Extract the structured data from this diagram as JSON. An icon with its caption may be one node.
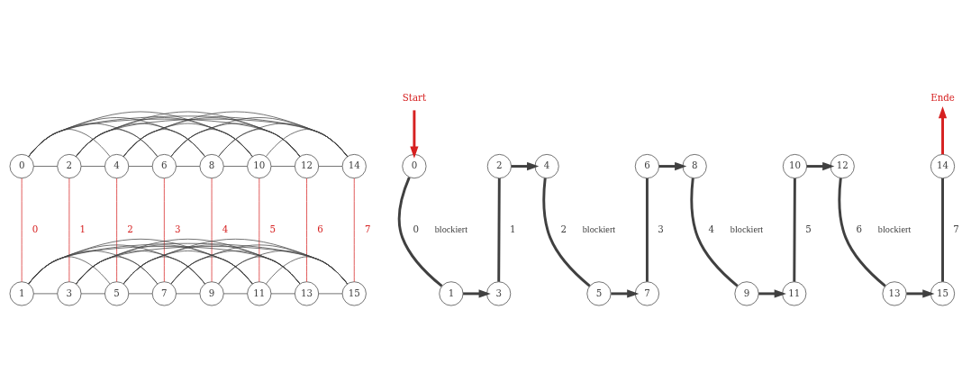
{
  "diagram": {
    "nodes": [
      {
        "text": [
          "0"
        ]
      },
      {
        "text": [
          "2"
        ]
      },
      {
        "text": [
          "4"
        ]
      },
      {
        "text": [
          "6"
        ]
      },
      {
        "text": [
          "8"
        ]
      },
      {
        "text": [
          "10"
        ]
      },
      {
        "text": [
          "12"
        ]
      },
      {
        "text": [
          "14"
        ]
      },
      {
        "text": [
          "1"
        ]
      },
      {
        "text": [
          "3"
        ]
      },
      {
        "text": [
          "5"
        ]
      },
      {
        "text": [
          "7"
        ]
      },
      {
        "text": [
          "9"
        ]
      },
      {
        "text": [
          "11"
        ]
      },
      {
        "text": [
          "13"
        ]
      },
      {
        "text": [
          "15"
        ]
      },
      {
        "text": [
          "Start"
        ]
      },
      {
        "text": [
          "Ende"
        ]
      },
      {
        "text": [
          "0"
        ]
      },
      {
        "text": [
          "2"
        ]
      },
      {
        "text": [
          "4"
        ]
      },
      {
        "text": [
          "6"
        ]
      },
      {
        "text": [
          "8"
        ]
      },
      {
        "text": [
          "10"
        ]
      },
      {
        "text": [
          "12"
        ]
      },
      {
        "text": [
          "14"
        ]
      },
      {
        "text": [
          "1"
        ]
      },
      {
        "text": [
          "3"
        ]
      },
      {
        "text": [
          "5"
        ]
      },
      {
        "text": [
          "7"
        ]
      },
      {
        "text": [
          "9"
        ]
      },
      {
        "text": [
          "11"
        ]
      },
      {
        "text": [
          "13"
        ]
      },
      {
        "text": [
          "15"
        ]
      }
    ],
    "edges": [
      {
        "from": 0,
        "to": 1,
        "arrow": "none"
      },
      {
        "from": 1,
        "to": 2,
        "arrow": "none"
      },
      {
        "from": 2,
        "to": 3,
        "arrow": "none"
      },
      {
        "from": 3,
        "to": 4,
        "arrow": "none"
      },
      {
        "from": 4,
        "to": 5,
        "arrow": "none"
      },
      {
        "from": 5,
        "to": 6,
        "arrow": "none"
      },
      {
        "from": 6,
        "to": 7,
        "arrow": "none"
      },
      {
        "from": 0,
        "to": 2,
        "arrow": "none"
      },
      {
        "from": 0,
        "to": 3,
        "arrow": "none"
      },
      {
        "from": 0,
        "to": 4,
        "arrow": "none"
      },
      {
        "from": 0,
        "to": 5,
        "arrow": "none"
      },
      {
        "from": 0,
        "to": 6,
        "arrow": "none"
      },
      {
        "from": 0,
        "to": 7,
        "arrow": "none"
      },
      {
        "from": 1,
        "to": 3,
        "arrow": "none"
      },
      {
        "from": 1,
        "to": 4,
        "arrow": "none"
      },
      {
        "from": 1,
        "to": 5,
        "arrow": "none"
      },
      {
        "from": 1,
        "to": 6,
        "arrow": "none"
      },
      {
        "from": 1,
        "to": 7,
        "arrow": "none"
      },
      {
        "from": 2,
        "to": 4,
        "arrow": "none"
      },
      {
        "from": 2,
        "to": 5,
        "arrow": "none"
      },
      {
        "from": 2,
        "to": 6,
        "arrow": "none"
      },
      {
        "from": 2,
        "to": 7,
        "arrow": "none"
      },
      {
        "from": 3,
        "to": 5,
        "arrow": "none"
      },
      {
        "from": 3,
        "to": 6,
        "arrow": "none"
      },
      {
        "from": 3,
        "to": 7,
        "arrow": "none"
      },
      {
        "from": 4,
        "to": 6,
        "arrow": "none"
      },
      {
        "from": 4,
        "to": 7,
        "arrow": "none"
      },
      {
        "from": 5,
        "to": 7,
        "arrow": "none"
      },
      {
        "from": 8,
        "to": 9,
        "arrow": "none"
      },
      {
        "from": 9,
        "to": 10,
        "arrow": "none"
      },
      {
        "from": 10,
        "to": 11,
        "arrow": "none"
      },
      {
        "from": 11,
        "to": 12,
        "arrow": "none"
      },
      {
        "from": 12,
        "to": 13,
        "arrow": "none"
      },
      {
        "from": 13,
        "to": 14,
        "arrow": "none"
      },
      {
        "from": 14,
        "to": 15,
        "arrow": "none"
      },
      {
        "from": 8,
        "to": 10,
        "arrow": "none"
      },
      {
        "from": 8,
        "to": 11,
        "arrow": "none"
      },
      {
        "from": 8,
        "to": 12,
        "arrow": "none"
      },
      {
        "from": 8,
        "to": 13,
        "arrow": "none"
      },
      {
        "from": 8,
        "to": 14,
        "arrow": "none"
      },
      {
        "from": 8,
        "to": 15,
        "arrow": "none"
      },
      {
        "from": 9,
        "to": 11,
        "arrow": "none"
      },
      {
        "from": 9,
        "to": 12,
        "arrow": "none"
      },
      {
        "from": 9,
        "to": 13,
        "arrow": "none"
      },
      {
        "from": 9,
        "to": 14,
        "arrow": "none"
      },
      {
        "from": 9,
        "to": 15,
        "arrow": "none"
      },
      {
        "from": 10,
        "to": 12,
        "arrow": "none"
      },
      {
        "from": 10,
        "to": 13,
        "arrow": "none"
      },
      {
        "from": 10,
        "to": 14,
        "arrow": "none"
      },
      {
        "from": 10,
        "to": 15,
        "arrow": "none"
      },
      {
        "from": 11,
        "to": 13,
        "arrow": "none"
      },
      {
        "from": 11,
        "to": 14,
        "arrow": "none"
      },
      {
        "from": 11,
        "to": 15,
        "arrow": "none"
      },
      {
        "from": 12,
        "to": 14,
        "arrow": "none"
      },
      {
        "from": 12,
        "to": 15,
        "arrow": "none"
      },
      {
        "from": 13,
        "to": 15,
        "arrow": "none"
      },
      {
        "from": 0,
        "to": 8,
        "arrow": "none",
        "label": "0",
        "color": "#d62020"
      },
      {
        "from": 1,
        "to": 9,
        "arrow": "none",
        "label": "1",
        "color": "#d62020"
      },
      {
        "from": 2,
        "to": 10,
        "arrow": "none",
        "label": "2",
        "color": "#d62020"
      },
      {
        "from": 3,
        "to": 11,
        "arrow": "none",
        "label": "3",
        "color": "#d62020"
      },
      {
        "from": 4,
        "to": 12,
        "arrow": "none",
        "label": "4",
        "color": "#d62020"
      },
      {
        "from": 5,
        "to": 13,
        "arrow": "none",
        "label": "5",
        "color": "#d62020"
      },
      {
        "from": 6,
        "to": 14,
        "arrow": "none",
        "label": "6",
        "color": "#d62020"
      },
      {
        "from": 7,
        "to": 15,
        "arrow": "none",
        "label": "7",
        "color": "#d62020"
      },
      {
        "from": 16,
        "to": 18,
        "arrow": "to",
        "style": "thick",
        "color": "#d62020"
      },
      {
        "from": 18,
        "to": 26,
        "arrow": "none",
        "label": "0",
        "style": "thick"
      },
      {
        "from": 26,
        "to": 27,
        "arrow": "to",
        "style": "thick"
      },
      {
        "from": 27,
        "to": 19,
        "arrow": "none",
        "label": "1",
        "style": "thick"
      },
      {
        "from": 19,
        "to": 20,
        "arrow": "to",
        "style": "thick"
      },
      {
        "from": 20,
        "to": 28,
        "arrow": "none",
        "label": "2",
        "style": "thick"
      },
      {
        "from": 28,
        "to": 29,
        "arrow": "to",
        "style": "thick"
      },
      {
        "from": 29,
        "to": 21,
        "arrow": "none",
        "label": "3",
        "style": "thick"
      },
      {
        "from": 21,
        "to": 22,
        "arrow": "to",
        "style": "thick"
      },
      {
        "from": 22,
        "to": 30,
        "arrow": "none",
        "label": "4",
        "style": "thick"
      },
      {
        "from": 30,
        "to": 31,
        "arrow": "to",
        "style": "thick"
      },
      {
        "from": 31,
        "to": 23,
        "arrow": "none",
        "label": "5",
        "style": "thick"
      },
      {
        "from": 23,
        "to": 24,
        "arrow": "to",
        "style": "thick"
      },
      {
        "from": 24,
        "to": 32,
        "arrow": "none",
        "label": "6",
        "style": "thick"
      },
      {
        "from": 32,
        "to": 33,
        "arrow": "to",
        "style": "thick"
      },
      {
        "from": 33,
        "to": 25,
        "arrow": "none",
        "label": "7",
        "style": "thick"
      },
      {
        "from": 25,
        "to": 17,
        "arrow": "to",
        "style": "thick",
        "color": "#d62020"
      }
    ],
    "labels": [
      "blockiert",
      "blockiert",
      "blockiert",
      "blockiert"
    ]
  }
}
